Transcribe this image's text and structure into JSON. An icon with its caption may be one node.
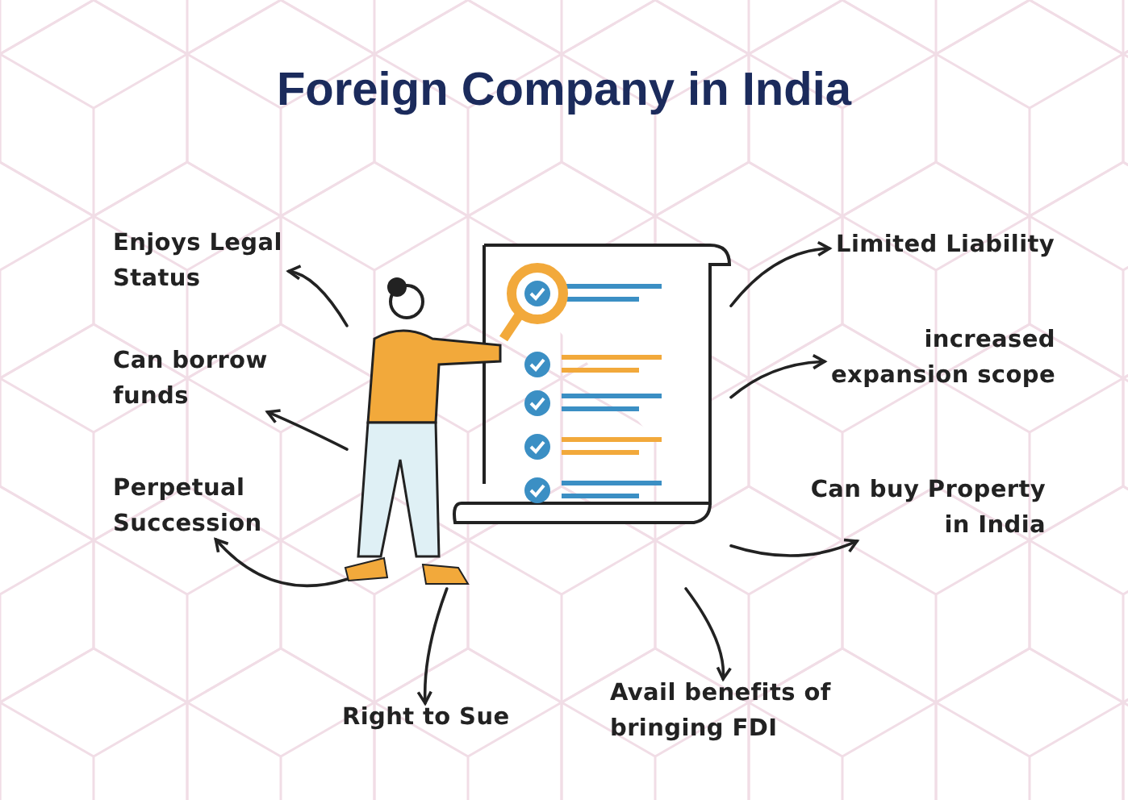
{
  "diagram": {
    "title": "Foreign Company in India",
    "nodes": [
      {
        "text": [
          "Enjoys Legal Status"
        ]
      },
      {
        "text": [
          "Can borrow funds"
        ]
      },
      {
        "text": [
          "Perpetual Succession"
        ]
      },
      {
        "text": [
          "Right to Sue"
        ]
      },
      {
        "text": [
          "Avail benefits of bringing FDI"
        ]
      },
      {
        "text": [
          "Limited Liability"
        ]
      },
      {
        "text": [
          "increased expansion scope"
        ]
      },
      {
        "text": [
          "Can buy Property in India"
        ]
      },
      {
        "text": [],
        "shape": "picture"
      }
    ],
    "edges": [
      {
        "from": 8,
        "to": 0,
        "arrow": "to"
      },
      {
        "from": 8,
        "to": 1,
        "arrow": "to"
      },
      {
        "from": 8,
        "to": 2,
        "arrow": "to"
      },
      {
        "from": 8,
        "to": 3,
        "arrow": "to"
      },
      {
        "from": 8,
        "to": 4,
        "arrow": "to"
      },
      {
        "from": 8,
        "to": 5,
        "arrow": "to"
      },
      {
        "from": 8,
        "to": 6,
        "arrow": "to"
      },
      {
        "from": 8,
        "to": 7,
        "arrow": "to"
      }
    ]
  }
}
